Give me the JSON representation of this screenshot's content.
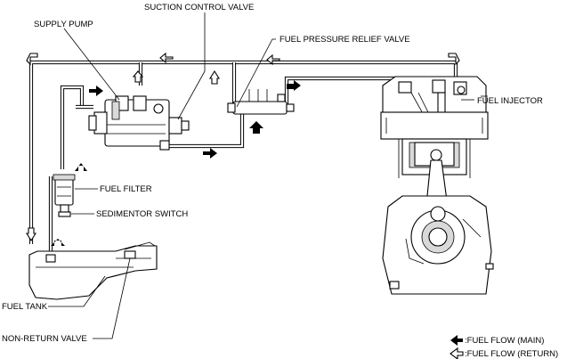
{
  "labels": {
    "suction_control_valve": "SUCTION CONTROL VALVE",
    "supply_pump": "SUPPLY PUMP",
    "fuel_pressure_relief_valve": "FUEL PRESSURE RELIEF VALVE",
    "fuel_injector": "FUEL INJECTOR",
    "fuel_filter": "FUEL FILTER",
    "sedimentor_switch": "SEDIMENTOR SWITCH",
    "fuel_tank": "FUEL TANK",
    "non_return_valve": "NON-RETURN VALVE"
  },
  "legend": {
    "main": ":FUEL FLOW (MAIN)",
    "return": ":FUEL FLOW (RETURN)"
  },
  "colors": {
    "line": "#000000",
    "background": "#ffffff",
    "shade": "#d9d9d9"
  }
}
